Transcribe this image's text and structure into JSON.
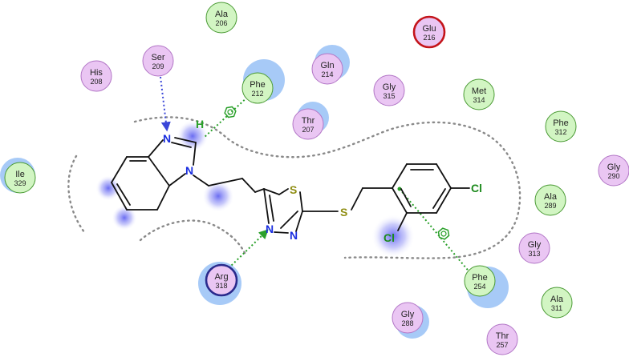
{
  "residues": [
    {
      "id": "ala206",
      "name": "Ala",
      "number": "206",
      "kind": "hydrophobic"
    },
    {
      "id": "glu216",
      "name": "Glu",
      "number": "216",
      "kind": "acidic"
    },
    {
      "id": "ser209",
      "name": "Ser",
      "number": "209",
      "kind": "polar"
    },
    {
      "id": "his208",
      "name": "His",
      "number": "208",
      "kind": "polar"
    },
    {
      "id": "phe212",
      "name": "Phe",
      "number": "212",
      "kind": "hydrophobic"
    },
    {
      "id": "gln214",
      "name": "Gln",
      "number": "214",
      "kind": "polar"
    },
    {
      "id": "gly315",
      "name": "Gly",
      "number": "315",
      "kind": "polar"
    },
    {
      "id": "met314",
      "name": "Met",
      "number": "314",
      "kind": "hydrophobic"
    },
    {
      "id": "thr207",
      "name": "Thr",
      "number": "207",
      "kind": "polar"
    },
    {
      "id": "phe312",
      "name": "Phe",
      "number": "312",
      "kind": "hydrophobic"
    },
    {
      "id": "ile329",
      "name": "Ile",
      "number": "329",
      "kind": "hydrophobic"
    },
    {
      "id": "gly290",
      "name": "Gly",
      "number": "290",
      "kind": "polar"
    },
    {
      "id": "ala289",
      "name": "Ala",
      "number": "289",
      "kind": "hydrophobic"
    },
    {
      "id": "gly313",
      "name": "Gly",
      "number": "313",
      "kind": "polar"
    },
    {
      "id": "arg318",
      "name": "Arg",
      "number": "318",
      "kind": "basic"
    },
    {
      "id": "phe254",
      "name": "Phe",
      "number": "254",
      "kind": "hydrophobic"
    },
    {
      "id": "ala311",
      "name": "Ala",
      "number": "311",
      "kind": "hydrophobic"
    },
    {
      "id": "gly288",
      "name": "Gly",
      "number": "288",
      "kind": "polar"
    },
    {
      "id": "thr257",
      "name": "Thr",
      "number": "257",
      "kind": "polar"
    }
  ],
  "ligand_atoms": {
    "n_imidazole": "N",
    "n_benzimidazole": "N",
    "hydrogen": "H",
    "s_ring": "S",
    "s_linker": "S",
    "n_thiadiazole_1": "N",
    "n_thiadiazole_2": "N",
    "cl_para": "Cl",
    "cl_ortho": "Cl"
  },
  "colors": {
    "hydrophobic_fill": "#d2f5c3",
    "hydrophobic_stroke": "#4a9a34",
    "polar_fill": "#eac6f3",
    "polar_stroke": "#b276c6",
    "acidic_fill": "#eac6f3",
    "acidic_stroke": "#c4141a",
    "basic_fill": "#eac6f3",
    "basic_stroke": "#2a2a8c",
    "nitrogen": "#1a2ee0",
    "sulfur": "#8f8d12",
    "chlorine": "#1c8a1c",
    "hbond_green": "#2aa02a",
    "hbond_blue": "#3a46d8",
    "pi_green": "#2aa02a",
    "exposure_blue": "#5f9ff0"
  }
}
